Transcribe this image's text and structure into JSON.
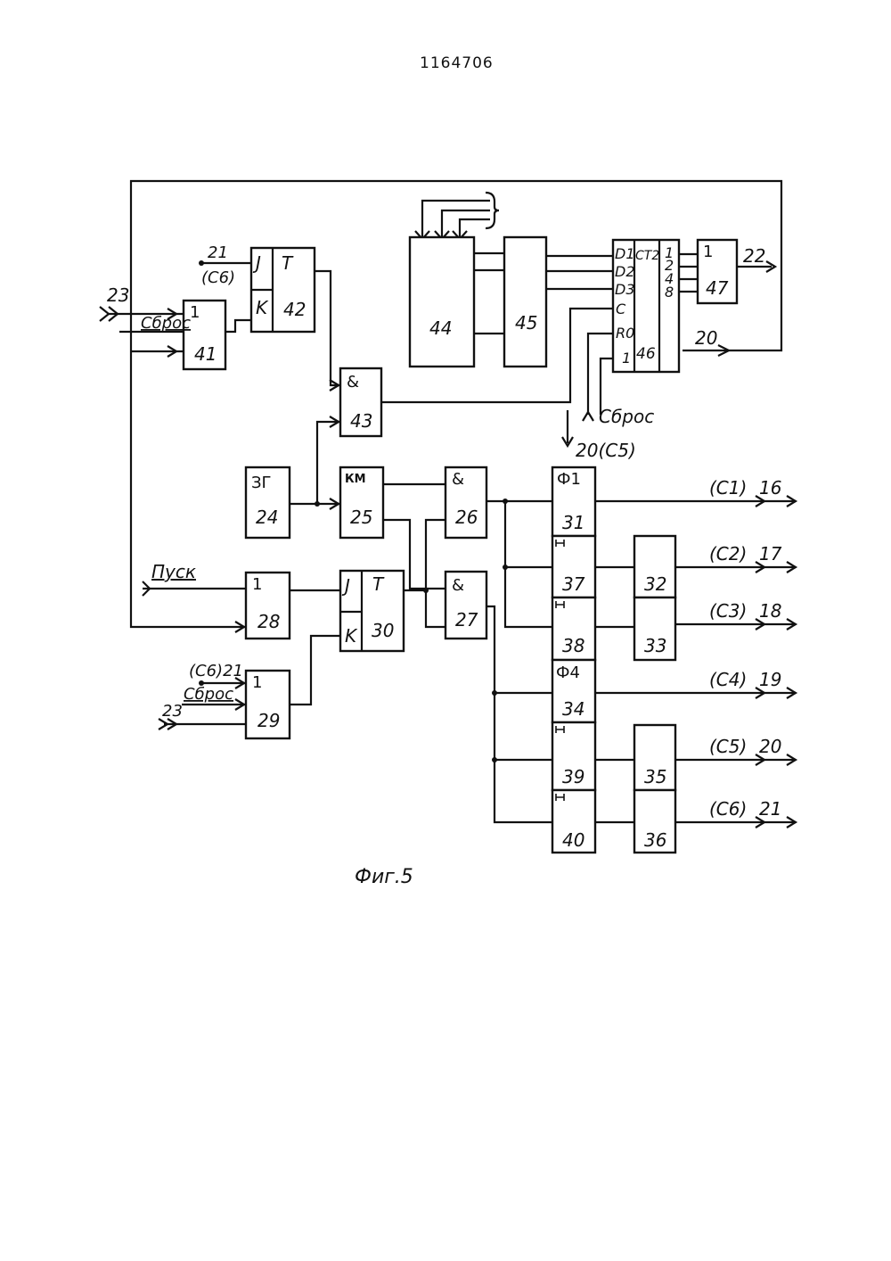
{
  "page_number": "1164706",
  "figure_caption": "Фиг.5",
  "blocks": {
    "b41": {
      "type": "1",
      "num": "41"
    },
    "b42": {
      "j": "J",
      "k": "K",
      "type": "T",
      "num": "42"
    },
    "b43": {
      "type": "&",
      "num": "43"
    },
    "b44": {
      "num": "44"
    },
    "b45": {
      "num": "45"
    },
    "b46": {
      "d1": "D1",
      "d2": "D2",
      "d3": "D3",
      "c": "C",
      "r0": "R0",
      "one": "1",
      "type": "CT2",
      "o1": "1",
      "o2": "2",
      "o4": "4",
      "o8": "8",
      "num": "46"
    },
    "b47": {
      "type": "1",
      "num": "47"
    },
    "b24": {
      "type": "ЗГ",
      "num": "24"
    },
    "b25": {
      "type": "КМ",
      "num": "25"
    },
    "b26": {
      "type": "&",
      "num": "26"
    },
    "b27": {
      "type": "&",
      "num": "27"
    },
    "b28": {
      "type": "1",
      "num": "28"
    },
    "b29": {
      "type": "1",
      "num": "29"
    },
    "b30": {
      "j": "J",
      "k": "K",
      "type": "T",
      "num": "30"
    },
    "b31": {
      "type": "Ф1",
      "num": "31"
    },
    "b37": {
      "num": "37"
    },
    "b38": {
      "num": "38"
    },
    "b34": {
      "type": "Ф4",
      "num": "34"
    },
    "b39": {
      "num": "39"
    },
    "b40": {
      "num": "40"
    },
    "b32": {
      "num": "32"
    },
    "b33": {
      "num": "33"
    },
    "b35": {
      "num": "35"
    },
    "b36": {
      "num": "36"
    }
  },
  "signals": {
    "in23_top": "23",
    "sbros_41": "Сброс",
    "in21_top": "21",
    "c6_top": "(С6)",
    "out22": "22",
    "out20_top": "20",
    "sbros_46": "Сброс",
    "in20c5": "20(С5)",
    "pusk": "Пуск",
    "c6_29": "(С6)21",
    "sbros_29": "Сброс",
    "in23_bottom": "23",
    "out_c1": "(С1)",
    "out_16": "16",
    "out_c2": "(С2)",
    "out_17": "17",
    "out_c3": "(С3)",
    "out_18": "18",
    "out_c4": "(С4)",
    "out_19": "19",
    "out_c5": "(С5)",
    "out_20": "20",
    "out_c6": "(С6)",
    "out_21": "21"
  }
}
